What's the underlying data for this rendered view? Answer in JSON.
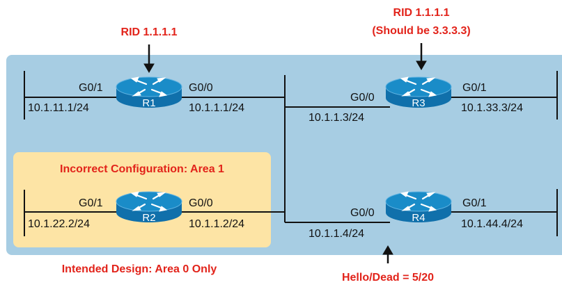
{
  "colors": {
    "background_panel": "#a7cde3",
    "highlight_box": "#fde4a5",
    "annotation_red": "#e2231a",
    "router_blue": "#1279b5",
    "router_top": "#1a8cc8",
    "line": "#111111"
  },
  "annotations": {
    "r1_rid": "RID 1.1.1.1",
    "r3_rid_line1": "RID 1.1.1.1",
    "r3_rid_line2": "(Should be 3.3.3.3)",
    "area_box_title": "Incorrect Configuration: Area 1",
    "design_note": "Intended Design: Area 0 Only",
    "r4_timers": "Hello/Dead = 5/20"
  },
  "routers": {
    "r1": {
      "name": "R1",
      "icon": "router-icon",
      "left_if": "G0/1",
      "left_ip": "10.1.11.1/24",
      "right_if": "G0/0",
      "right_ip": "10.1.1.1/24"
    },
    "r2": {
      "name": "R2",
      "icon": "router-icon",
      "left_if": "G0/1",
      "left_ip": "10.1.22.2/24",
      "right_if": "G0/0",
      "right_ip": "10.1.1.2/24"
    },
    "r3": {
      "name": "R3",
      "icon": "router-icon",
      "left_if": "G0/0",
      "left_ip": "10.1.1.3/24",
      "right_if": "G0/1",
      "right_ip": "10.1.33.3/24"
    },
    "r4": {
      "name": "R4",
      "icon": "router-icon",
      "left_if": "G0/0",
      "left_ip": "10.1.1.4/24",
      "right_if": "G0/1",
      "right_ip": "10.1.44.4/24"
    }
  }
}
